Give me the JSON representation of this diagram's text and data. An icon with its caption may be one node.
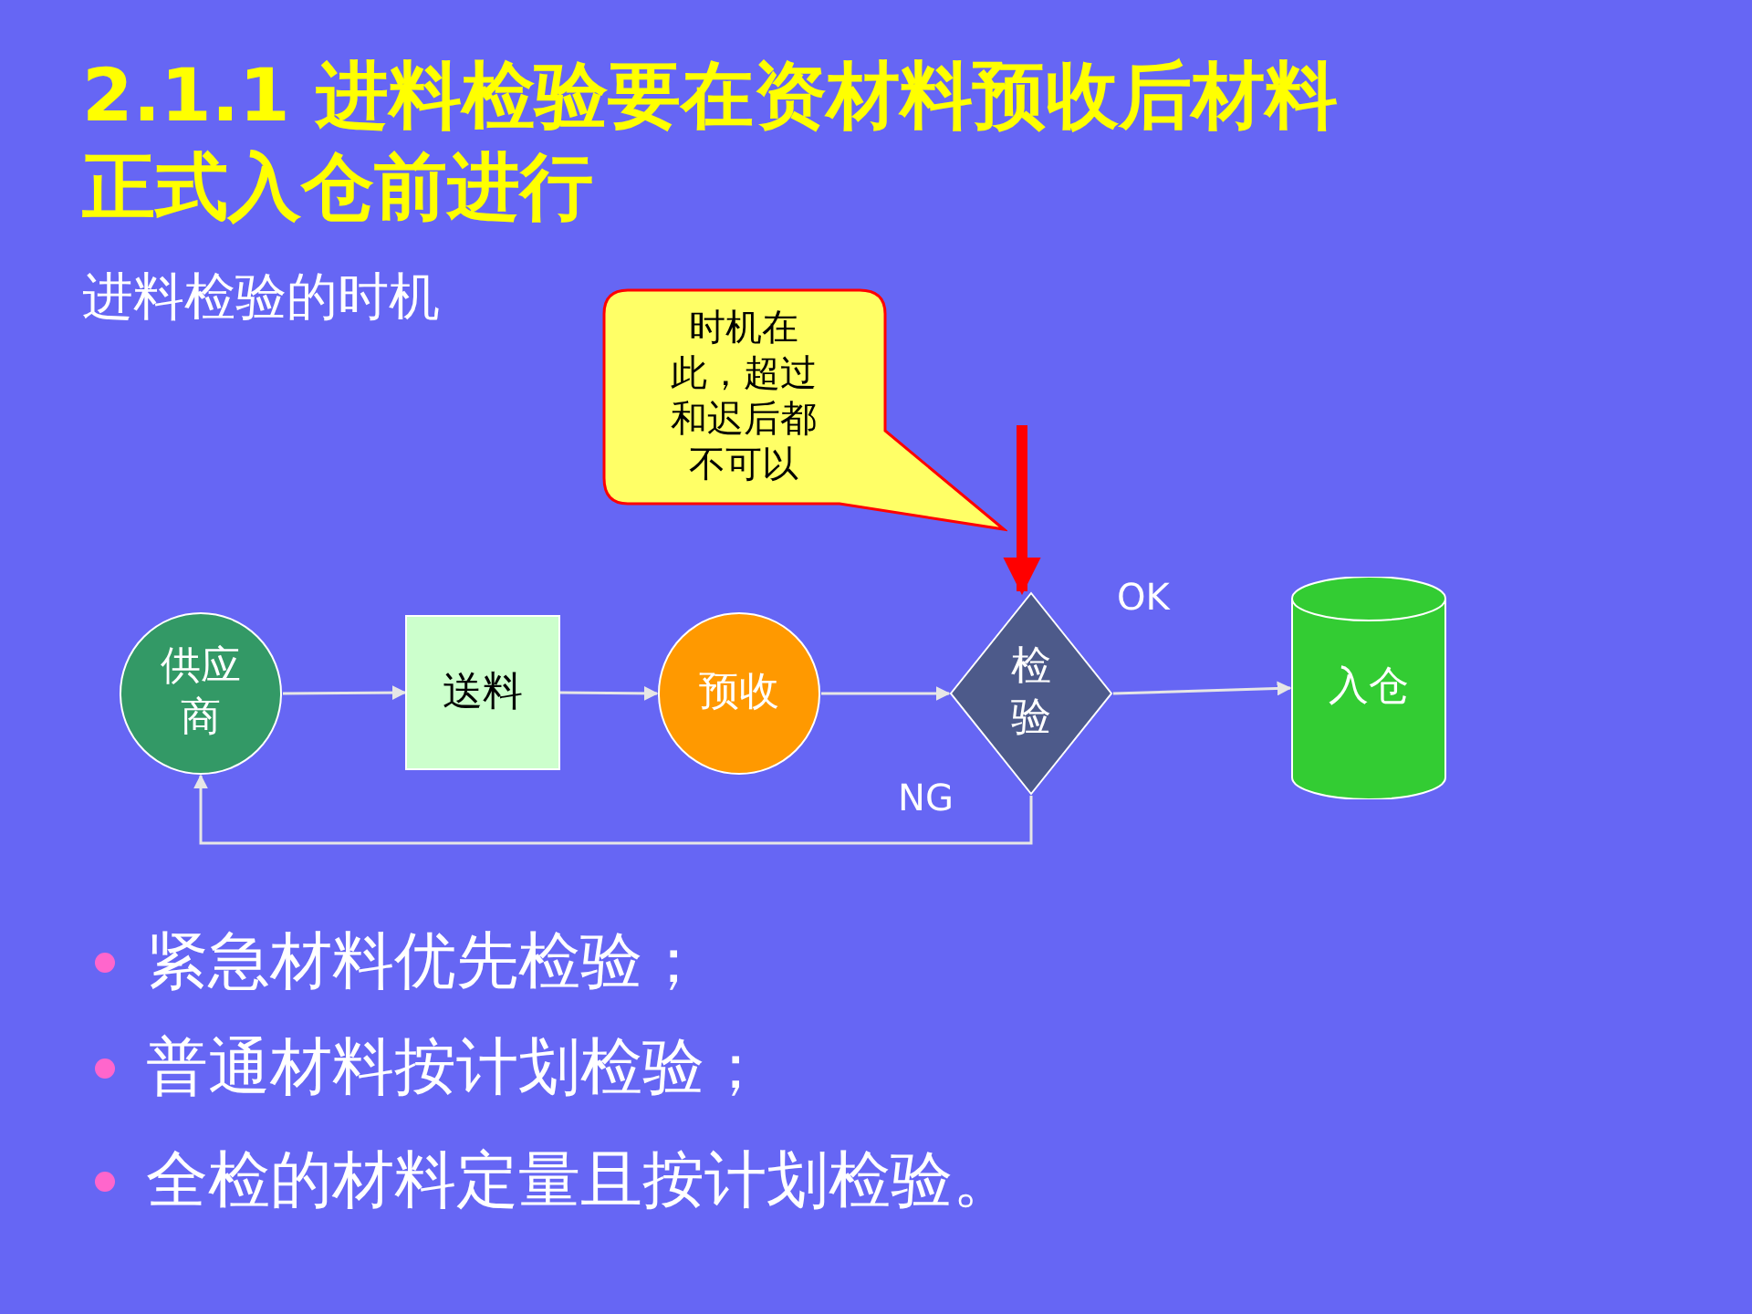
{
  "diagram": {
    "title": "2.1.1 进料检验要在资材料预收后材料正式入仓前进行",
    "nodes": [
      {
        "text": [
          "供应商"
        ]
      },
      {
        "text": [
          "送料"
        ]
      },
      {
        "text": [
          "预收"
        ]
      },
      {
        "text": [
          "检验"
        ]
      },
      {
        "text": [
          "入仓"
        ]
      },
      {
        "text": [
          "时机在此，超过和迟后都不可以"
        ]
      }
    ],
    "edges": [
      {
        "from": 0,
        "to": 1,
        "arrow": "to"
      },
      {
        "from": 1,
        "to": 2,
        "arrow": "to"
      },
      {
        "from": 2,
        "to": 3,
        "arrow": "to"
      },
      {
        "from": 3,
        "to": 4,
        "arrow": "to",
        "label": "OK"
      },
      {
        "from": 3,
        "to": 0,
        "arrow": "to",
        "label": "NG"
      },
      {
        "from": null,
        "to": 3,
        "arrow": "to",
        "style": "thick",
        "color": "#ff0000"
      }
    ],
    "labels": [
      "进料检验的时机",
      "紧急材料优先检验；",
      "普通材料按计划检验；",
      "全检的材料定量且按计划检验。"
    ]
  }
}
